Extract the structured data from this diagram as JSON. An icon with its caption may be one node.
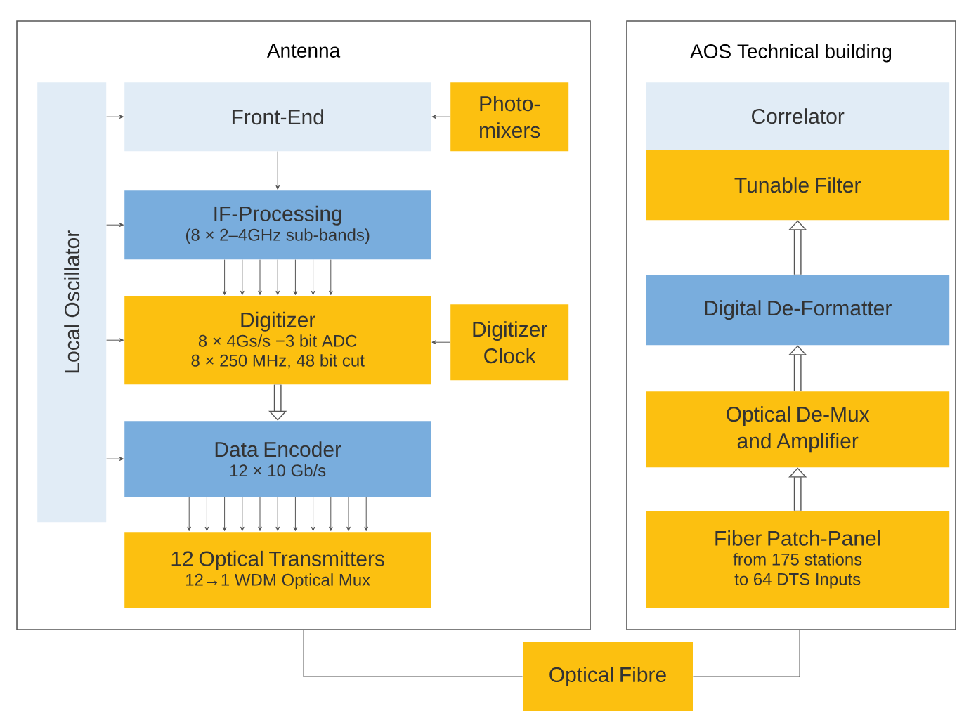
{
  "diagram": {
    "nodes": [
      {
        "text": [
          "Antenna"
        ]
      },
      {
        "text": [
          "Local Oscillator"
        ],
        "in": 0
      },
      {
        "text": [
          "Front-End"
        ],
        "in": 0
      },
      {
        "text": [
          "Photo-mixers"
        ],
        "in": 0
      },
      {
        "text": [
          "IF-Processing",
          "(8 × 2–4GHz sub-bands)"
        ],
        "in": 0
      },
      {
        "text": [
          "Digitizer",
          "8 × 4Gs/s  −3 bit ADC",
          "8 × 250 MHz, 48 bit cut"
        ],
        "in": 0
      },
      {
        "text": [
          "Digitizer Clock"
        ],
        "in": 0
      },
      {
        "text": [
          "Data Encoder",
          "12 × 10 Gb/s"
        ],
        "in": 0
      },
      {
        "text": [
          "12 Optical Transmitters",
          "12→1 WDM Optical Mux"
        ],
        "in": 0
      },
      {
        "text": [
          "AOS Technical building"
        ]
      },
      {
        "text": [
          "Correlator"
        ],
        "in": 9
      },
      {
        "text": [
          "Tunable Filter"
        ],
        "in": 9
      },
      {
        "text": [
          "Digital De-Formatter"
        ],
        "in": 9
      },
      {
        "text": [
          "Optical De-Mux and Amplifier"
        ],
        "in": 9
      },
      {
        "text": [
          "Fiber Patch-Panel",
          "from 175 stations to 64 DTS Inputs"
        ],
        "in": 9
      },
      {
        "text": [
          "Optical Fibre"
        ]
      }
    ],
    "edges": [
      {
        "from": 1,
        "to": 2,
        "arrow": "to"
      },
      {
        "from": 1,
        "to": 4,
        "arrow": "to"
      },
      {
        "from": 1,
        "to": 5,
        "arrow": "to"
      },
      {
        "from": 1,
        "to": 7,
        "arrow": "to"
      },
      {
        "from": 3,
        "to": 2,
        "arrow": "to"
      },
      {
        "from": 2,
        "to": 4,
        "arrow": "to"
      },
      {
        "from": 4,
        "to": 5,
        "arrow": "to"
      },
      {
        "from": 4,
        "to": 5,
        "arrow": "to"
      },
      {
        "from": 4,
        "to": 5,
        "arrow": "to"
      },
      {
        "from": 4,
        "to": 5,
        "arrow": "to"
      },
      {
        "from": 4,
        "to": 5,
        "arrow": "to"
      },
      {
        "from": 4,
        "to": 5,
        "arrow": "to"
      },
      {
        "from": 4,
        "to": 5,
        "arrow": "to"
      },
      {
        "from": 6,
        "to": 5,
        "arrow": "to"
      },
      {
        "from": 5,
        "to": 7,
        "arrow": "to",
        "style": "thick"
      },
      {
        "from": 7,
        "to": 8,
        "arrow": "to"
      },
      {
        "from": 7,
        "to": 8,
        "arrow": "to"
      },
      {
        "from": 7,
        "to": 8,
        "arrow": "to"
      },
      {
        "from": 7,
        "to": 8,
        "arrow": "to"
      },
      {
        "from": 7,
        "to": 8,
        "arrow": "to"
      },
      {
        "from": 7,
        "to": 8,
        "arrow": "to"
      },
      {
        "from": 7,
        "to": 8,
        "arrow": "to"
      },
      {
        "from": 7,
        "to": 8,
        "arrow": "to"
      },
      {
        "from": 7,
        "to": 8,
        "arrow": "to"
      },
      {
        "from": 7,
        "to": 8,
        "arrow": "to"
      },
      {
        "from": 7,
        "to": 8,
        "arrow": "to"
      },
      {
        "from": 14,
        "to": 13,
        "arrow": "to",
        "style": "thick"
      },
      {
        "from": 13,
        "to": 12,
        "arrow": "to",
        "style": "thick"
      },
      {
        "from": 12,
        "to": 11,
        "arrow": "to",
        "style": "thick"
      },
      {
        "from": 0,
        "to": 15,
        "arrow": "none"
      },
      {
        "from": 15,
        "to": 9,
        "arrow": "none"
      }
    ]
  }
}
